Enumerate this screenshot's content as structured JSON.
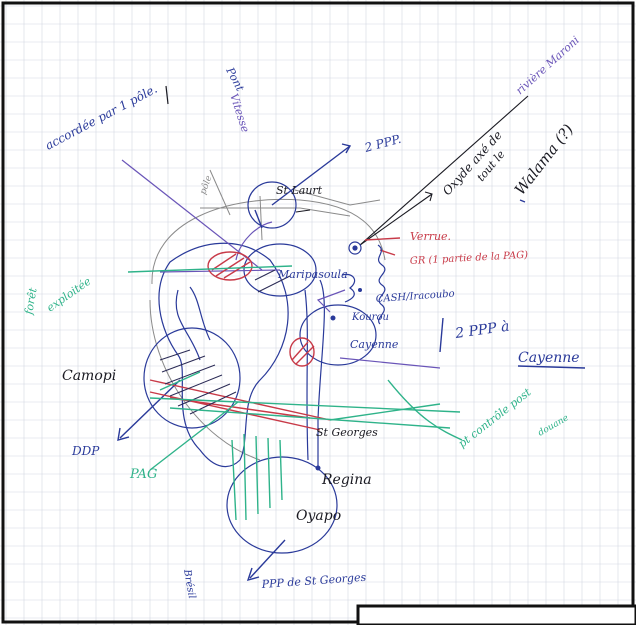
{
  "colors": {
    "paper": "#ffffff",
    "grid": "#d3d8e2",
    "border": "#111111",
    "blue_ink": "#2a3a9a",
    "purple_ink": "#6a55b8",
    "black_ink": "#1a1a22",
    "red_ink": "#c83a48",
    "green_ink": "#2fb38a",
    "grey_pencil": "#8a8a8a"
  },
  "labels": {
    "accorde": "accordée par 1 pôle.",
    "vitesse": "Vitesse",
    "pont": "Pont",
    "riviere_maroni": "rivière Maroni",
    "two_ppp": "2 PPP.",
    "oxyde_line1": "Oxyde axé de",
    "oxyde_line2": "tout le",
    "walama": "Walama (?)",
    "st_laurent": "St Laurt",
    "pole": "pôle",
    "verrue": "Verrue.",
    "gr_line": "GR (1 partie de la PAG)",
    "foret_line1": "forêt",
    "foret_line2": "exploitée",
    "maripasoula": "Maripasoula",
    "cashew": "CASH/Iracoubo",
    "kourou": "Kourou",
    "cayenne_small": "Cayenne",
    "two_ppp_cayenne_a": "2 PPP à",
    "two_ppp_cayenne_b": "Cayenne",
    "camopi": "Camopi",
    "ddp": "DDP",
    "pag": "PAG",
    "st_georges_mid": "St Georges",
    "regina": "Regina",
    "oyapock": "Oyapo",
    "ppp_st_georges": "PPP de St Georges",
    "controle_line1": "pt contrôle post",
    "controle_line2": "douane",
    "bresil": "Brésil"
  }
}
